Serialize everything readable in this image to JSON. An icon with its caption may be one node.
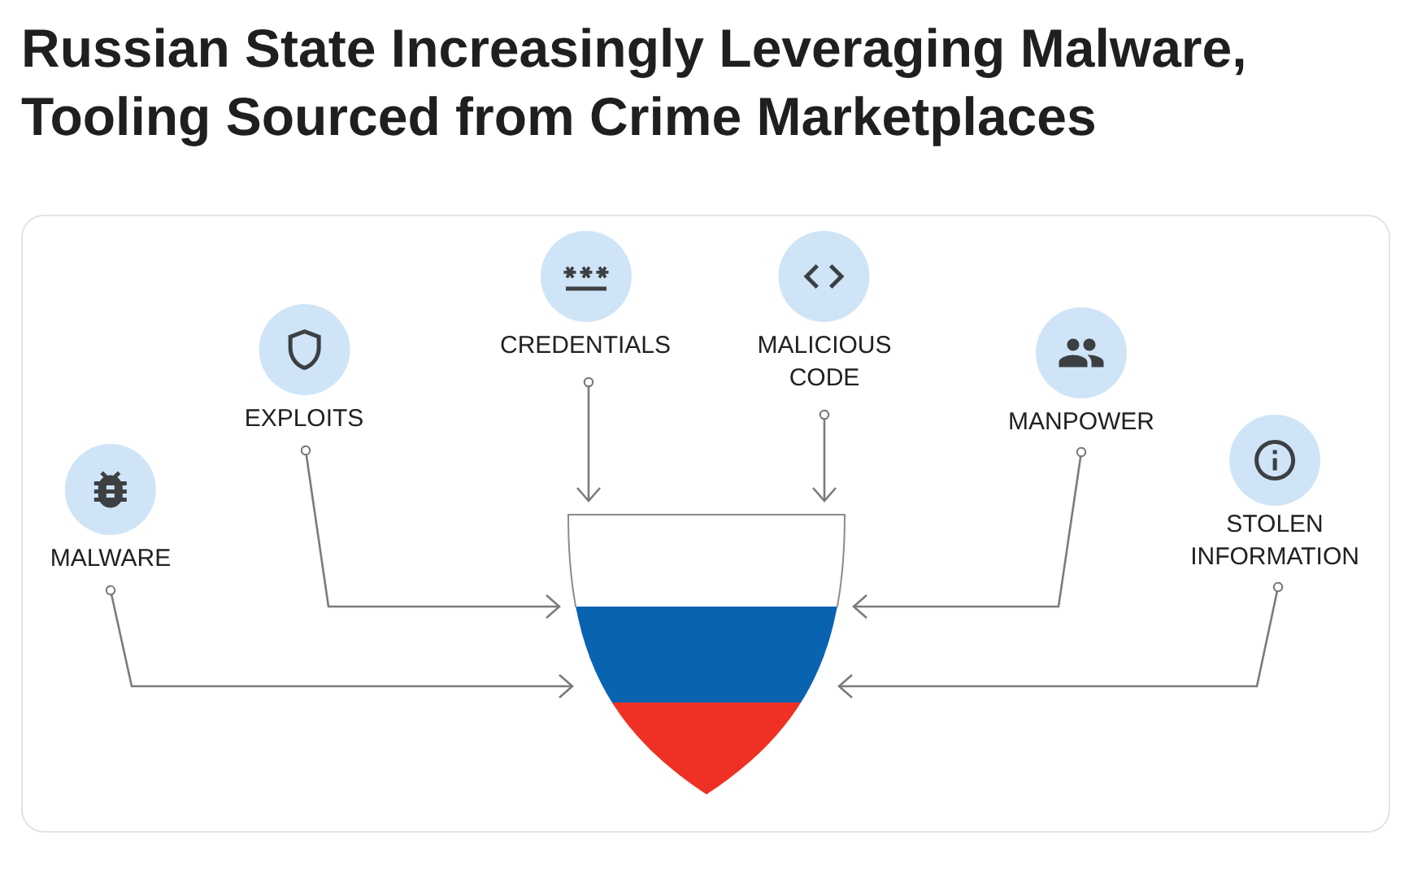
{
  "diagram": {
    "title": "Russian State Increasingly Leveraging Malware, Tooling Sourced from Crime Marketplaces",
    "nodes": [
      {
        "text": [
          "MALWARE"
        ]
      },
      {
        "text": [
          "EXPLOITS"
        ]
      },
      {
        "text": [
          "CREDENTIALS"
        ]
      },
      {
        "text": [
          "MALICIOUS CODE"
        ]
      },
      {
        "text": [
          "MANPOWER"
        ]
      },
      {
        "text": [
          "STOLEN INFORMATION"
        ]
      },
      {
        "text": [],
        "shape": "shield"
      }
    ],
    "edges": [
      {
        "from": 0,
        "to": 6,
        "arrow": "to"
      },
      {
        "from": 1,
        "to": 6,
        "arrow": "to"
      },
      {
        "from": 2,
        "to": 6,
        "arrow": "to"
      },
      {
        "from": 3,
        "to": 6,
        "arrow": "to"
      },
      {
        "from": 4,
        "to": 6,
        "arrow": "to"
      },
      {
        "from": 5,
        "to": 6,
        "arrow": "to"
      }
    ]
  }
}
